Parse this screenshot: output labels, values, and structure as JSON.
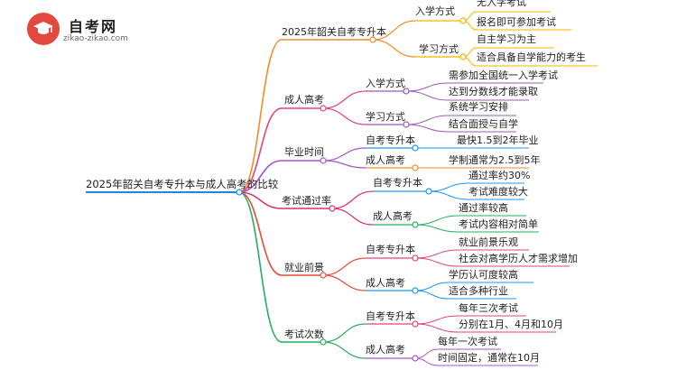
{
  "logo": {
    "name": "自考网",
    "url": "zikao-zikao.com",
    "icon": "graduation-cap-icon",
    "color": "#e2483d"
  },
  "root": "2025年韶关自考专升本与成人高考的比较",
  "branches": [
    {
      "label": "2025年韶关自考专升本",
      "color": "#f28c28",
      "children": [
        {
          "label": "入学方式",
          "color": "#f5b400",
          "leaves": [
            "无入学考试",
            "报名即可参加考试"
          ]
        },
        {
          "label": "学习方式",
          "color": "#f5b400",
          "leaves": [
            "自主学习为主",
            "适合具备自学能力的考生"
          ]
        }
      ]
    },
    {
      "label": "成人高考",
      "color": "#e0457b",
      "children": [
        {
          "label": "入学方式",
          "color": "#9b59b6",
          "leaves": [
            "需参加全国统一入学考试",
            "达到分数线才能录取"
          ]
        },
        {
          "label": "学习方式",
          "color": "#9b59b6",
          "leaves": [
            "系统学习安排",
            "结合面授与自学"
          ]
        }
      ]
    },
    {
      "label": "毕业时间",
      "color": "#a855c8",
      "children": [
        {
          "label": "自考专升本",
          "color": "#2196f3",
          "leaves": [
            "最快1.5到2年毕业"
          ]
        },
        {
          "label": "成人高考",
          "color": "#f28c28",
          "leaves": [
            "学制通常为2.5到5年"
          ]
        }
      ]
    },
    {
      "label": "考试通过率",
      "color": "#d6336c",
      "children": [
        {
          "label": "自考专升本",
          "color": "#2196f3",
          "leaves": [
            "通过率约30%",
            "考试难度较大"
          ]
        },
        {
          "label": "成人高考",
          "color": "#27ae60",
          "leaves": [
            "通过率较高",
            "考试内容相对简单"
          ]
        }
      ]
    },
    {
      "label": "就业前景",
      "color": "#e74c3c",
      "children": [
        {
          "label": "自考专升本",
          "color": "#e0457b",
          "leaves": [
            "就业前景乐观",
            "社会对高学历人才需求增加"
          ]
        },
        {
          "label": "成人高考",
          "color": "#2196f3",
          "leaves": [
            "学历认可度较高",
            "适合多种行业"
          ]
        }
      ]
    },
    {
      "label": "考试次数",
      "color": "#27ae60",
      "children": [
        {
          "label": "自考专升本",
          "color": "#e0457b",
          "leaves": [
            "每年三次考试",
            "分别在1月、4月和10月"
          ]
        },
        {
          "label": "成人高考",
          "color": "#a855c8",
          "leaves": [
            "每年一次考试",
            "时间固定，通常在10月"
          ]
        }
      ]
    }
  ]
}
